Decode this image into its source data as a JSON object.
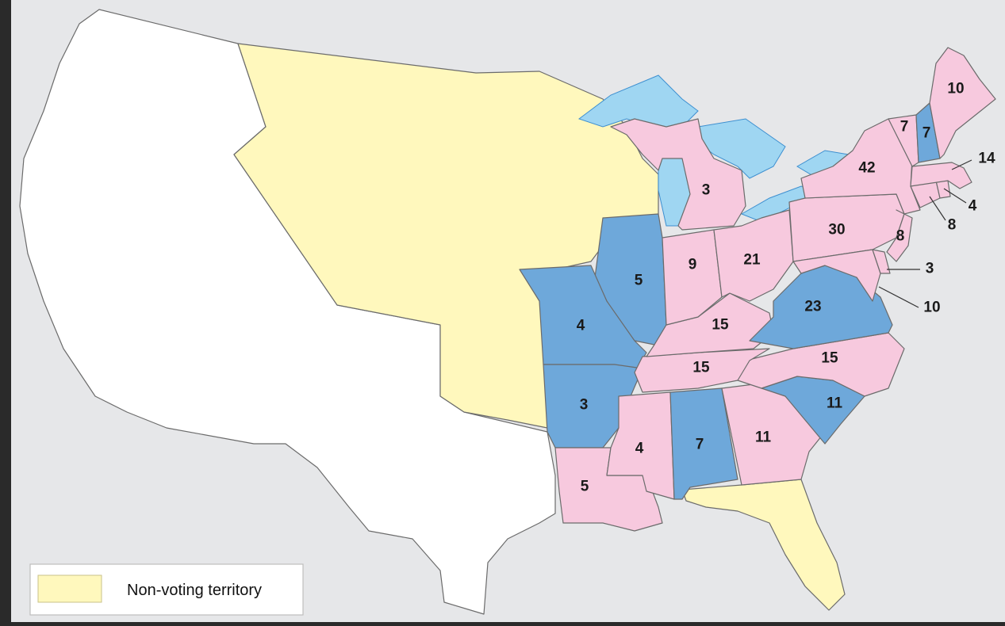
{
  "colors": {
    "background": "#e6e7e9",
    "frame": "#2a2a2a",
    "candidate_a": "#f7c9de",
    "candidate_b": "#6ea8da",
    "non_voting": "#fff8bd",
    "unorganized": "#ffffff",
    "water": "#9fd6f2",
    "coast": "#3d8fd0"
  },
  "legend": {
    "label": "Non-voting territory",
    "swatch_color": "#fff8bd"
  },
  "states": [
    {
      "name": "maine",
      "votes": "10",
      "party": "a"
    },
    {
      "name": "vermont",
      "votes": "7",
      "party": "a"
    },
    {
      "name": "new-hampshire",
      "votes": "7",
      "party": "b"
    },
    {
      "name": "massachusetts",
      "votes": "14",
      "party": "a"
    },
    {
      "name": "rhode-island",
      "votes": "4",
      "party": "a"
    },
    {
      "name": "connecticut",
      "votes": "8",
      "party": "a"
    },
    {
      "name": "new-york",
      "votes": "42",
      "party": "a"
    },
    {
      "name": "pennsylvania",
      "votes": "30",
      "party": "a"
    },
    {
      "name": "new-jersey",
      "votes": "8",
      "party": "a"
    },
    {
      "name": "delaware",
      "votes": "3",
      "party": "a"
    },
    {
      "name": "maryland",
      "votes": "10",
      "party": "a"
    },
    {
      "name": "virginia",
      "votes": "23",
      "party": "b"
    },
    {
      "name": "ohio",
      "votes": "21",
      "party": "a"
    },
    {
      "name": "michigan",
      "votes": "3",
      "party": "a"
    },
    {
      "name": "indiana",
      "votes": "9",
      "party": "a"
    },
    {
      "name": "illinois",
      "votes": "5",
      "party": "b"
    },
    {
      "name": "missouri",
      "votes": "4",
      "party": "b"
    },
    {
      "name": "kentucky",
      "votes": "15",
      "party": "a"
    },
    {
      "name": "tennessee",
      "votes": "15",
      "party": "a"
    },
    {
      "name": "north-carolina",
      "votes": "15",
      "party": "a"
    },
    {
      "name": "south-carolina",
      "votes": "11",
      "party": "b"
    },
    {
      "name": "georgia",
      "votes": "11",
      "party": "a"
    },
    {
      "name": "alabama",
      "votes": "7",
      "party": "b"
    },
    {
      "name": "mississippi",
      "votes": "4",
      "party": "a"
    },
    {
      "name": "louisiana",
      "votes": "5",
      "party": "a"
    },
    {
      "name": "arkansas",
      "votes": "3",
      "party": "b"
    }
  ]
}
